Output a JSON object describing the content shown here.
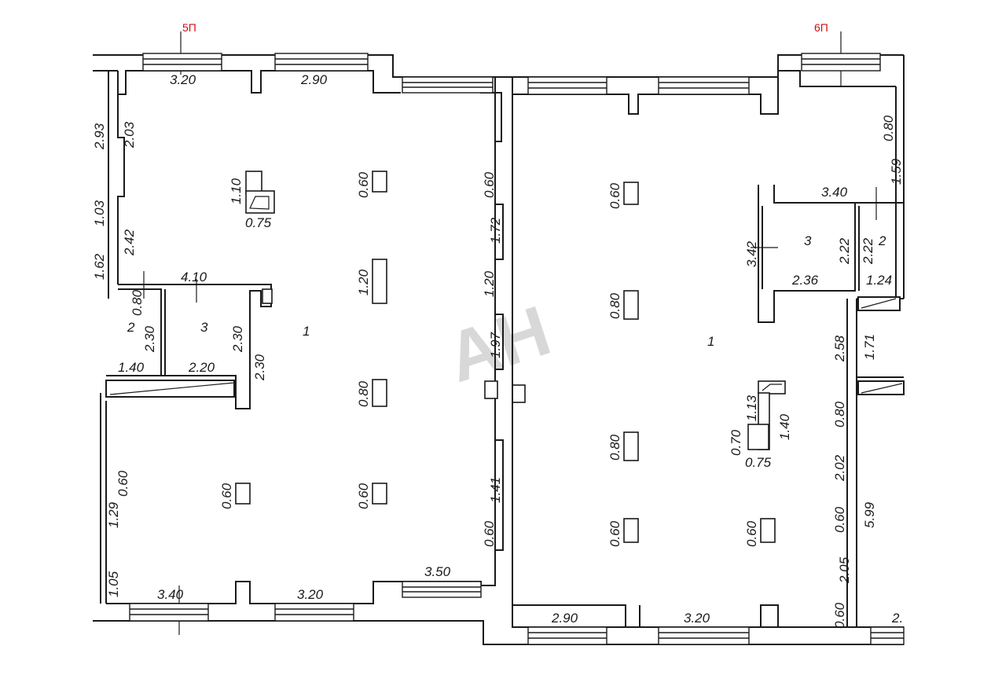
{
  "axes": {
    "left": "5П",
    "right": "6П"
  },
  "watermark": "АН",
  "rooms": {
    "main_left": "1",
    "main_right": "1",
    "small_3_left": "3",
    "small_2_left": "2",
    "small_3_right": "3",
    "small_2_right": "2"
  },
  "dims": {
    "top_l1": "3.20",
    "top_l2": "2.90",
    "left_293": "2.93",
    "left_103": "1.03",
    "left_162": "1.62",
    "l_203": "2.03",
    "l_242": "2.42",
    "l_080": "0.80",
    "l_230a": "2.30",
    "l_140": "1.40",
    "l_220": "2.20",
    "l_410": "4.10",
    "l_230b": "2.30",
    "l_230c": "2.30",
    "l_060": "0.60",
    "l_129": "1.29",
    "l_105": "1.05",
    "bot_340": "3.40",
    "bot_320": "3.20",
    "bot_350": "3.50",
    "vent_110": "1.10",
    "vent_075": "0.75",
    "c1_060": "0.60",
    "c2_120": "1.20",
    "c3_080": "0.80",
    "c4_060": "0.60",
    "c5_060": "0.60",
    "m_060": "0.60",
    "m_172": "1.72",
    "m_120": "1.20",
    "m_197": "1.97",
    "m_141": "1.41",
    "m_060b": "0.60",
    "r_c1": "0.60",
    "r_c2": "0.80",
    "r_c3": "0.80",
    "r_c4": "0.60",
    "r_c5": "0.60",
    "r_080": "0.80",
    "r_159": "1.59",
    "r_340": "3.40",
    "r_342": "3.42",
    "r_222a": "2.22",
    "r_222b": "2.22",
    "r_236": "2.36",
    "r_124": "1.24",
    "r_258": "2.58",
    "r_171": "1.71",
    "r_113": "1.13",
    "r_140": "1.40",
    "r_070": "0.70",
    "r_075": "0.75",
    "r_080b": "0.80",
    "r_202": "2.02",
    "r_060": "0.60",
    "r_205": "2.05",
    "r_060b": "0.60",
    "r_599": "5.99",
    "bot_290": "2.90",
    "bot_320b": "3.20",
    "bot_2x": "2."
  }
}
